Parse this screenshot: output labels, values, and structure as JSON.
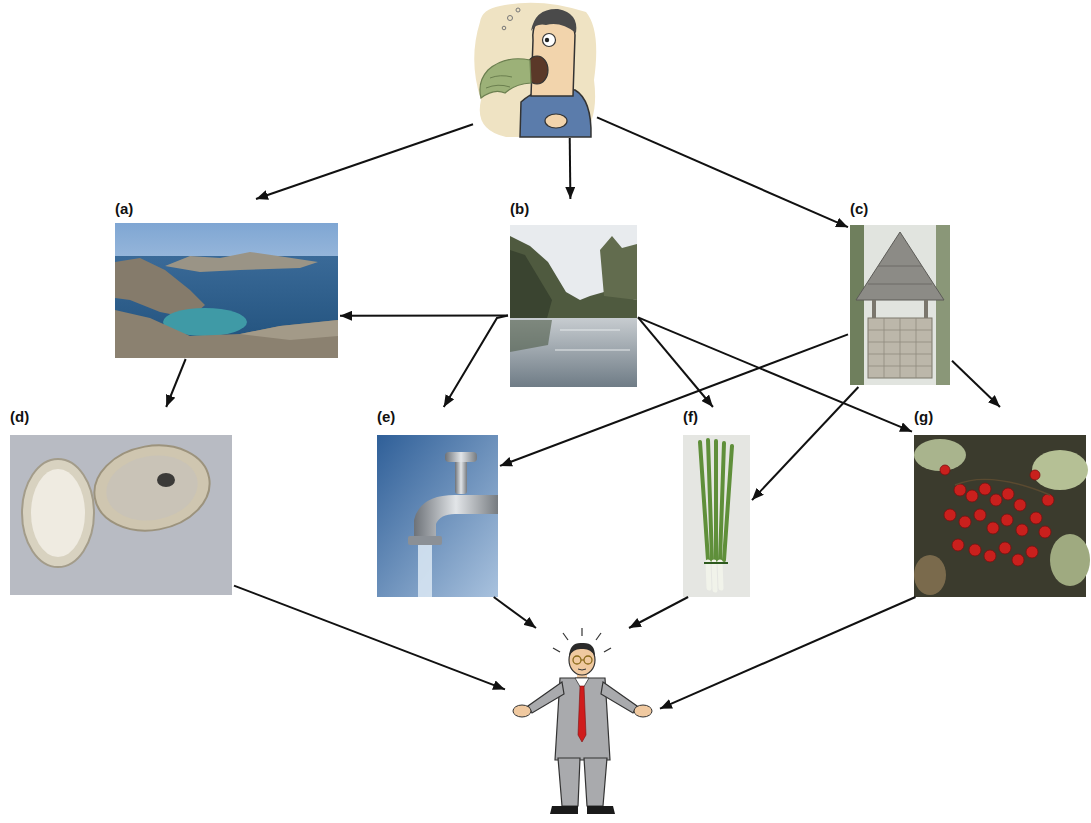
{
  "diagram": {
    "nodes": [
      {
        "text": []
      },
      {
        "text": [
          "(a)"
        ]
      },
      {
        "text": [
          "(b)"
        ]
      },
      {
        "text": [
          "(c)"
        ]
      },
      {
        "text": [
          "(d)"
        ]
      },
      {
        "text": [
          "(e)"
        ]
      },
      {
        "text": [
          "(f)"
        ]
      },
      {
        "text": [
          "(g)"
        ]
      },
      {
        "text": []
      }
    ],
    "edges": [
      {
        "from": 0,
        "to": 1,
        "arrow": "to"
      },
      {
        "from": 0,
        "to": 2,
        "arrow": "to"
      },
      {
        "from": 0,
        "to": 3,
        "arrow": "to"
      },
      {
        "from": 1,
        "to": 4,
        "arrow": "to"
      },
      {
        "from": 2,
        "to": 1,
        "arrow": "to"
      },
      {
        "from": 2,
        "to": 5,
        "arrow": "to"
      },
      {
        "from": 2,
        "to": 6,
        "arrow": "to"
      },
      {
        "from": 2,
        "to": 7,
        "arrow": "to"
      },
      {
        "from": 3,
        "to": 5,
        "arrow": "to"
      },
      {
        "from": 3,
        "to": 6,
        "arrow": "to"
      },
      {
        "from": 3,
        "to": 7,
        "arrow": "to"
      },
      {
        "from": 4,
        "to": 8,
        "arrow": "to"
      },
      {
        "from": 5,
        "to": 8,
        "arrow": "to"
      },
      {
        "from": 6,
        "to": 8,
        "arrow": "to"
      },
      {
        "from": 7,
        "to": 8,
        "arrow": "to"
      }
    ]
  }
}
